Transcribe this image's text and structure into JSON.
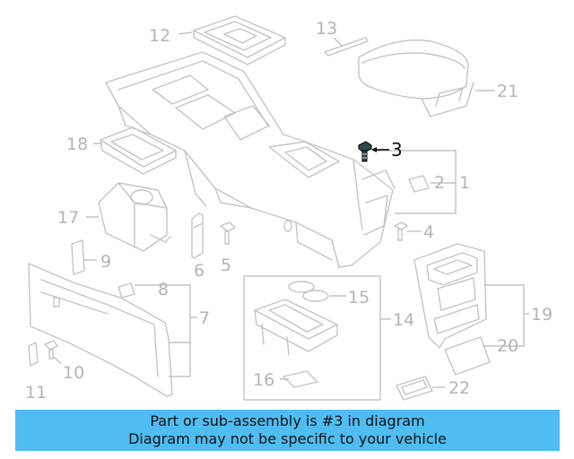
{
  "diagram": {
    "highlight_color": "#000000",
    "callouts": {
      "c1": "1",
      "c2": "2",
      "c3": "3",
      "c4": "4",
      "c5": "5",
      "c6": "6",
      "c7": "7",
      "c8": "8",
      "c9": "9",
      "c10": "10",
      "c11": "11",
      "c12": "12",
      "c13": "13",
      "c14": "14",
      "c15": "15",
      "c16": "16",
      "c17": "17",
      "c18": "18",
      "c19": "19",
      "c20": "20",
      "c21": "21",
      "c22": "22"
    },
    "highlighted_part": "3"
  },
  "banner": {
    "color": "#4fbdf2",
    "line1": "Part or sub-assembly is #3 in diagram",
    "line2": "Diagram may not be specific to your vehicle"
  }
}
